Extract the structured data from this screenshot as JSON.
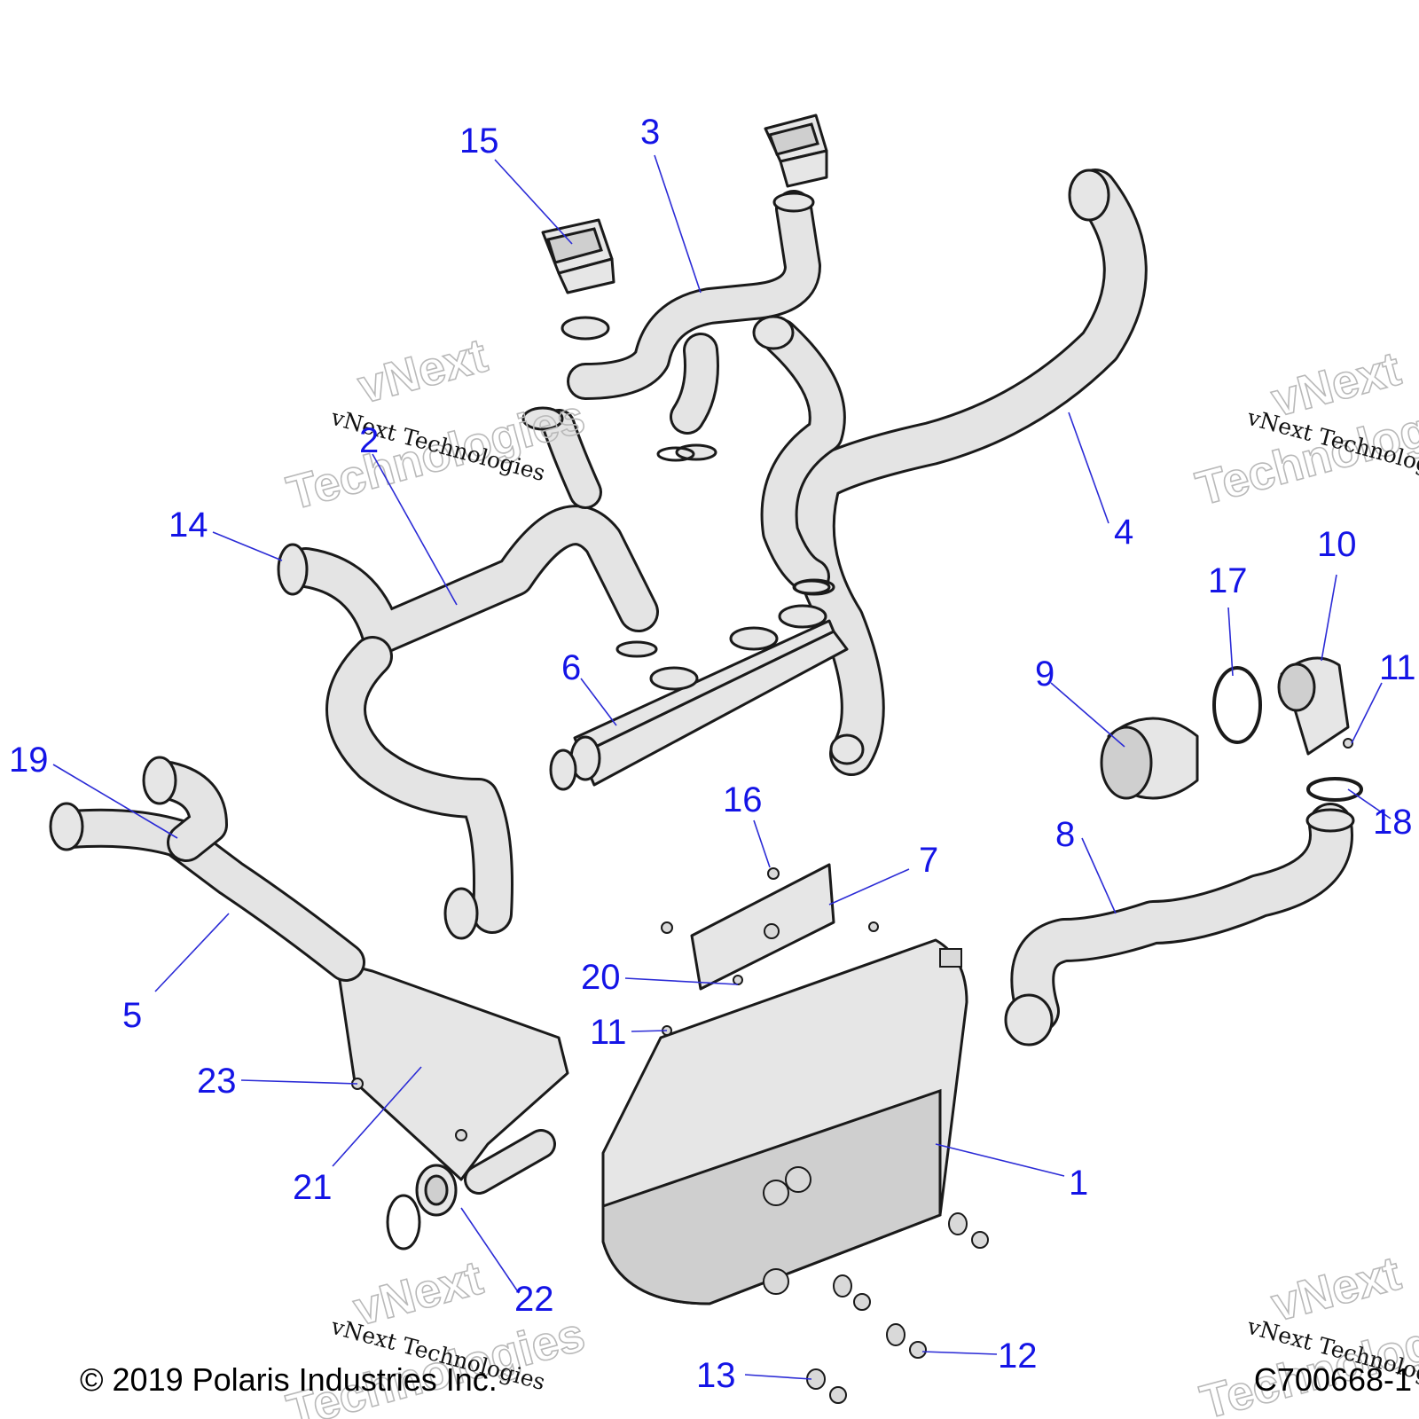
{
  "diagram": {
    "callouts": [
      {
        "id": "1",
        "text": "1"
      },
      {
        "id": "2",
        "text": "2"
      },
      {
        "id": "3",
        "text": "3"
      },
      {
        "id": "4",
        "text": "4"
      },
      {
        "id": "5",
        "text": "5"
      },
      {
        "id": "6",
        "text": "6"
      },
      {
        "id": "7",
        "text": "7"
      },
      {
        "id": "8",
        "text": "8"
      },
      {
        "id": "9",
        "text": "9"
      },
      {
        "id": "10",
        "text": "10"
      },
      {
        "id": "11a",
        "text": "11"
      },
      {
        "id": "11b",
        "text": "11"
      },
      {
        "id": "12",
        "text": "12"
      },
      {
        "id": "13",
        "text": "13"
      },
      {
        "id": "14",
        "text": "14"
      },
      {
        "id": "15",
        "text": "15"
      },
      {
        "id": "16",
        "text": "16"
      },
      {
        "id": "17",
        "text": "17"
      },
      {
        "id": "18",
        "text": "18"
      },
      {
        "id": "19",
        "text": "19"
      },
      {
        "id": "20",
        "text": "20"
      },
      {
        "id": "21",
        "text": "21"
      },
      {
        "id": "22",
        "text": "22"
      },
      {
        "id": "23",
        "text": "23"
      }
    ],
    "watermark": {
      "main_line1": "vNext",
      "main_line2": "Technologies",
      "sub": "vNext Technologies"
    },
    "footer": {
      "copyright": "© 2019 Polaris Industries Inc.",
      "code": "C700668-1"
    }
  }
}
